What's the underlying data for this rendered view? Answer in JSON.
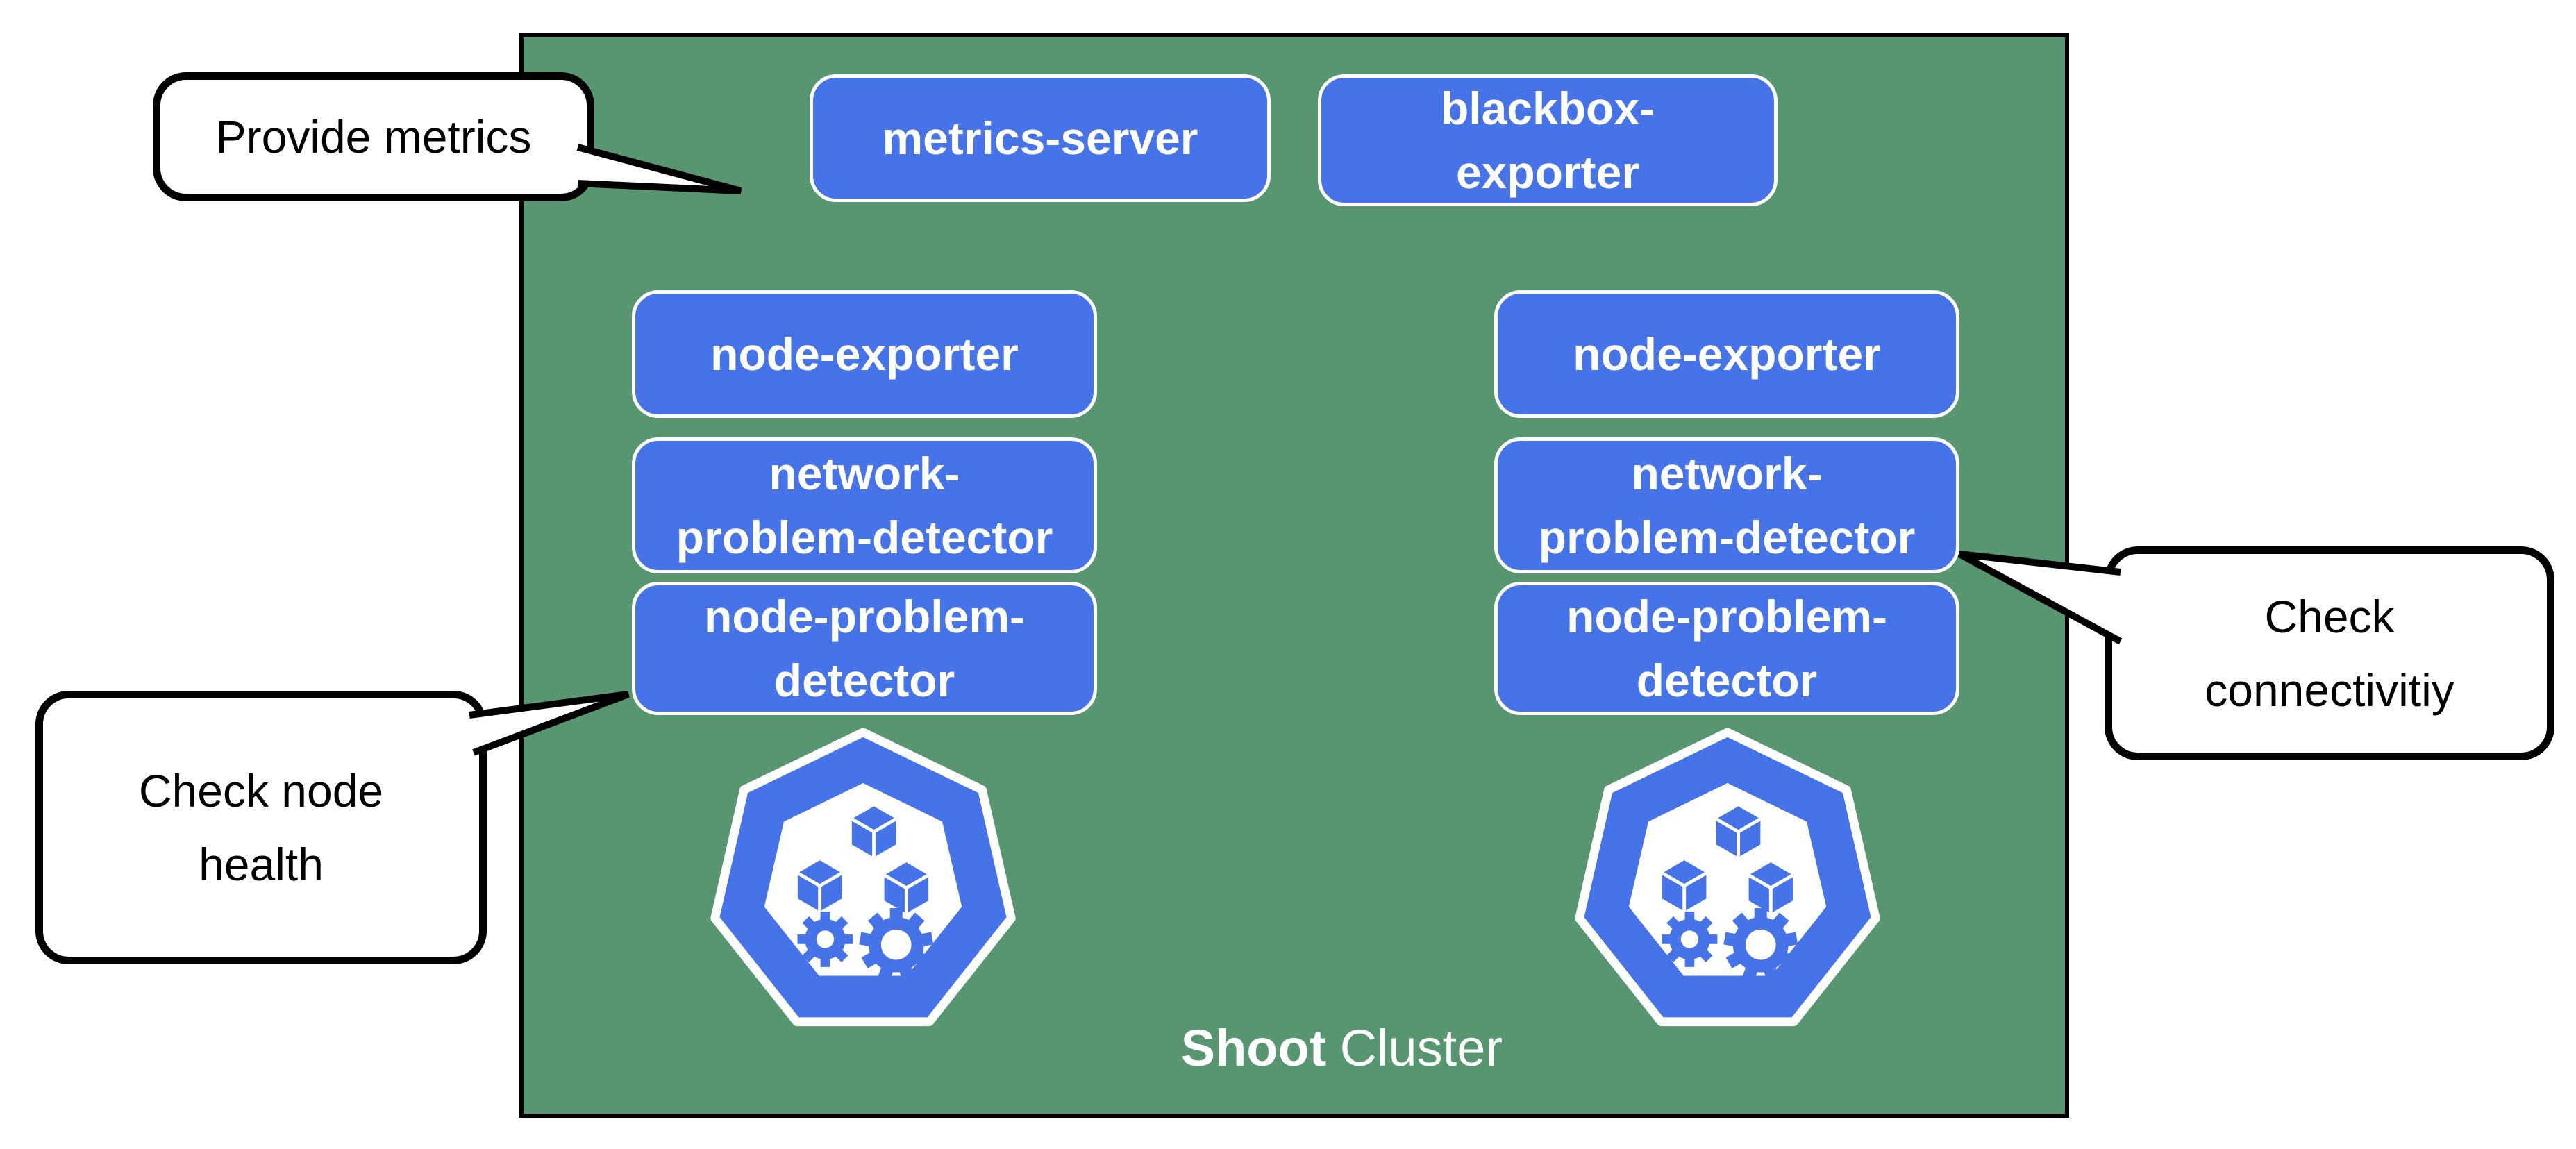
{
  "cluster": {
    "name_bold": "Shoot",
    "name_rest": "Cluster"
  },
  "pods": {
    "metrics_server": "metrics-server",
    "blackbox_exporter": "blackbox-\nexporter",
    "node_exporter": "node-exporter",
    "network_problem_detector": "network-\nproblem-detector",
    "node_problem_detector": "node-problem-\ndetector"
  },
  "callouts": {
    "provide_metrics": "Provide metrics",
    "check_node_health": "Check node\nhealth",
    "check_connectivity": "Check\nconnectivitiy"
  },
  "icons": {
    "node_logo": "kubernetes-heptagon-icon"
  },
  "colors": {
    "cluster_bg": "#589672",
    "cluster_border": "#000000",
    "pod_fill": "#4673e8",
    "pod_border": "#ffffff",
    "pod_text": "#ffffff",
    "callout_bg": "#ffffff",
    "callout_border": "#000000",
    "callout_text": "#000000",
    "cluster_label_text": "#ffffff"
  }
}
